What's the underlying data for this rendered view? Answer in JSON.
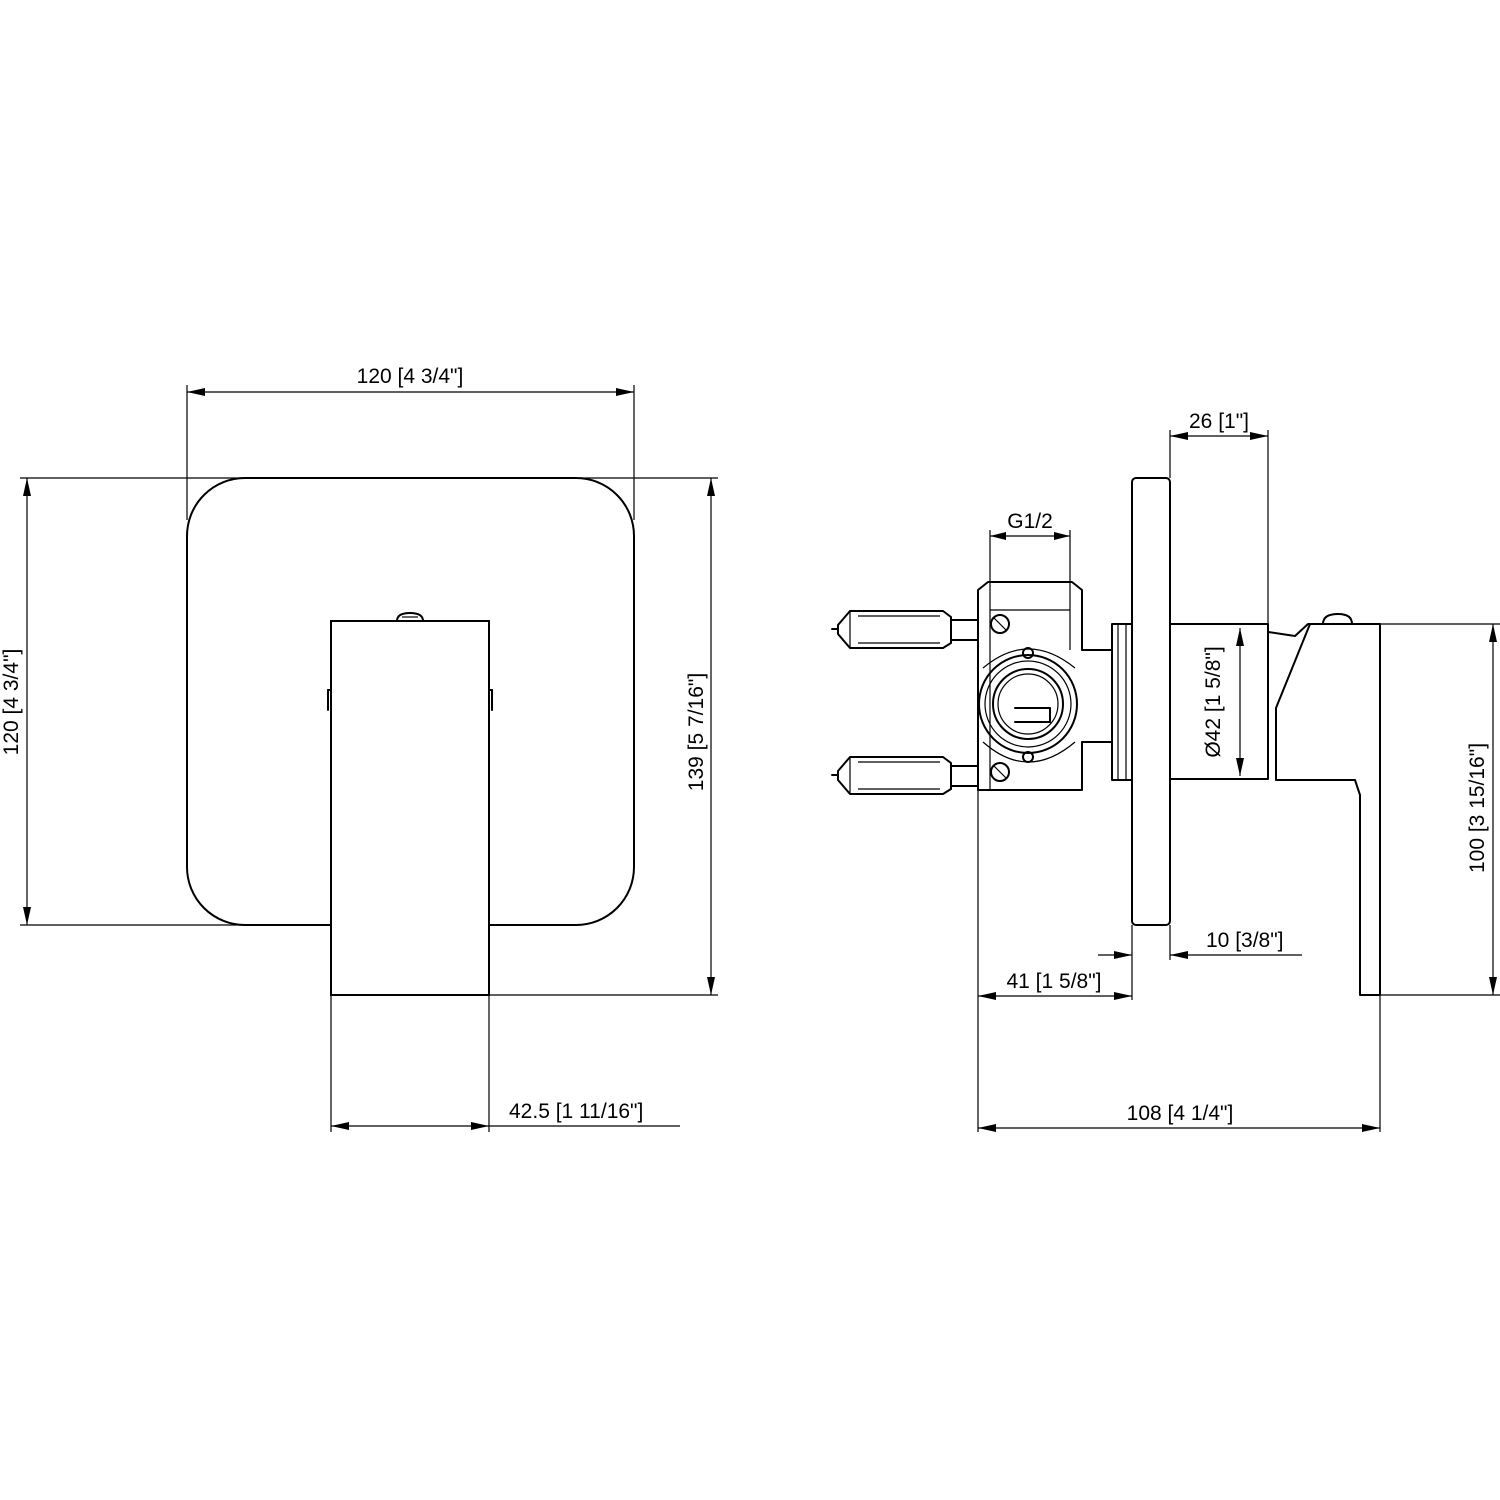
{
  "front_view": {
    "width_dim": "120 [4 3/4\"]",
    "height_dim": "120 [4 3/4\"]",
    "overall_height_dim": "139 [5 7/16\"]",
    "handle_width_dim": "42.5 [1 11/16\"]"
  },
  "side_view": {
    "trim_projection_dim": "26 [1\"]",
    "thread_dim": "G1/2",
    "cartridge_diameter_dim": "Ø42 [1 5/8\"]",
    "handle_height_dim": "100 [3 15/16\"]",
    "plate_thickness_dim": "10 [3/8\"]",
    "body_depth_dim": "41 [1 5/8\"]",
    "overall_depth_dim": "108 [4 1/4\"]"
  }
}
